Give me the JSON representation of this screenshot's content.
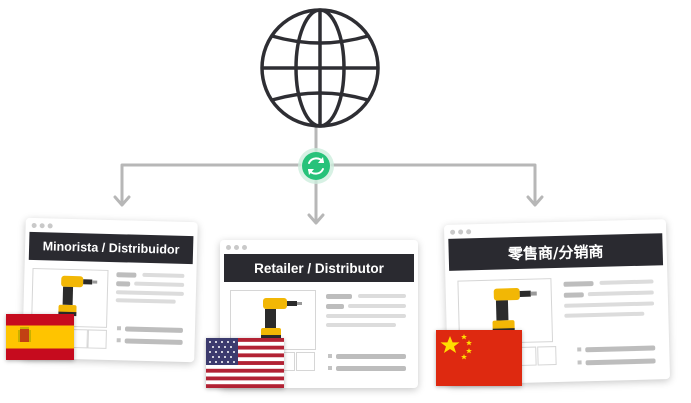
{
  "colors": {
    "connector": "#b7b7b7",
    "sync_badge": "#27c27a",
    "title_bar": "#2a2a30",
    "drill_body": "#f2b705",
    "drill_dark": "#2b2b2b"
  },
  "icons": {
    "hub": "globe-icon",
    "sync": "sync-icon",
    "product": "power-drill-icon"
  },
  "cards": [
    {
      "title": "Minorista / Distribuidor",
      "flag": "spain-flag"
    },
    {
      "title": "Retailer / Distributor",
      "flag": "usa-flag"
    },
    {
      "title": "零售商/分销商",
      "flag": "china-flag"
    }
  ]
}
